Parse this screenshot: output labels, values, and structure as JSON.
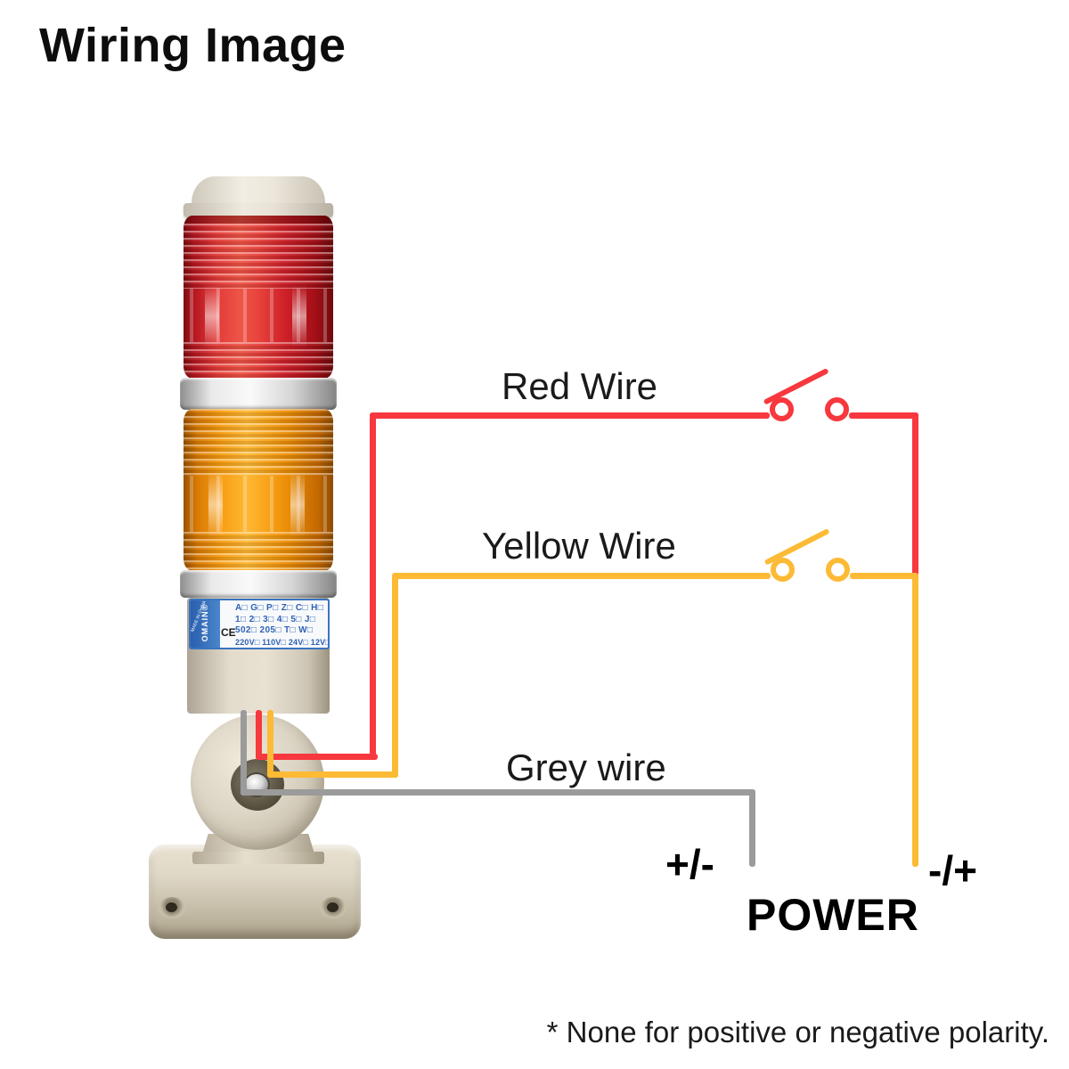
{
  "title": "Wiring Image",
  "wires": {
    "red": {
      "label": "Red Wire"
    },
    "yellow": {
      "label": "Yellow Wire"
    },
    "grey": {
      "label": "Grey wire"
    }
  },
  "power": {
    "left_polarity": "+/-",
    "right_polarity": "-/+",
    "label": "POWER"
  },
  "footnote": "* None for positive or negative polarity.",
  "device": {
    "spec_label": {
      "brand": "OMAIN®",
      "origin": "MADE IN CHINA",
      "certification": "CE",
      "rows": [
        "A□ G□ P□ Z□ C□ H□",
        "1□ 2□ 3□ 4□ 5□ J□",
        "502□  205□  T□  W□",
        "220V□ 110V□ 24V□ 12V□"
      ]
    }
  },
  "colors": {
    "wire_red": "#f7383e",
    "wire_yellow": "#fcba35",
    "wire_grey": "#9b9b9b",
    "spec_blue": "#2f62b5",
    "spec_strip_blue": "#3a74c0",
    "lens_red": "#d21f28",
    "lens_orange": "#f49a0c",
    "body_beige": "#ddd6c5"
  }
}
